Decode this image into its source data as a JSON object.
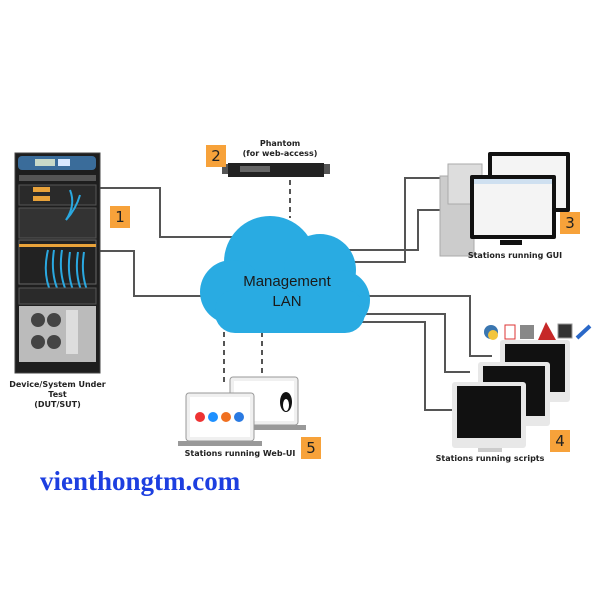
{
  "diagram": {
    "cloud": {
      "line1": "Management",
      "line2": "LAN",
      "color": "#29abe2"
    },
    "nodes": [
      {
        "id": 1,
        "badge": "1",
        "label_line1": "Device/System Under Test",
        "label_line2": "(DUT/SUT)"
      },
      {
        "id": 2,
        "badge": "2",
        "label_line1": "Phantom",
        "label_line2": "(for web-access)"
      },
      {
        "id": 3,
        "badge": "3",
        "label_line1": "Stations running GUI"
      },
      {
        "id": 4,
        "badge": "4",
        "label_line1": "Stations running scripts"
      },
      {
        "id": 5,
        "badge": "5",
        "label_line1": "Stations running Web-UI"
      }
    ],
    "script_icons": [
      "python-icon",
      "java-icon",
      "perl-camel-icon",
      "ruby-icon",
      "shell-icon",
      "pen-icon"
    ],
    "browser_icons": [
      "chrome-icon",
      "ie-icon",
      "firefox-icon",
      "safari-icon"
    ],
    "webui_second_screen": "linux",
    "badge_color": "#f7a23a",
    "line_color": "#555555"
  },
  "watermark": "vienthongtm.com"
}
